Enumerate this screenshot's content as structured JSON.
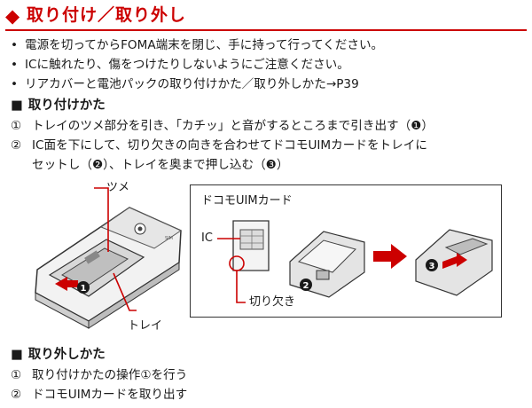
{
  "header": {
    "diamond": "◆",
    "title": "取り付け／取り外し",
    "accent_color": "#cc0000"
  },
  "notes": [
    {
      "bullet": "•",
      "text": "電源を切ってからFOMA端末を閉じ、手に持って行ってください。"
    },
    {
      "bullet": "•",
      "text": "ICに触れたり、傷をつけたりしないようにご注意ください。"
    },
    {
      "bullet": "•",
      "text": "リアカバーと電池パックの取り付けかた／取り外しかた→P39"
    }
  ],
  "install": {
    "marker": "■",
    "heading": "取り付けかた",
    "steps": [
      {
        "num": "①",
        "text": "トレイのツメ部分を引き、「カチッ」と音がするところまで引き出す（❶）"
      },
      {
        "num": "②",
        "text": "IC面を下にして、切り欠きの向きを合わせてドコモUIMカードをトレイに",
        "cont": "セットし（❷）、トレイを奥まで押し込む（❸）"
      }
    ]
  },
  "figure": {
    "label_tab": "ツメ",
    "label_tray": "トレイ",
    "label_card": "ドコモUIMカード",
    "label_ic": "IC",
    "label_notch": "切り欠き",
    "badge_1": "1",
    "badge_2": "2",
    "badge_3": "3",
    "phone_text": "SIM"
  },
  "remove": {
    "marker": "■",
    "heading": "取り外しかた",
    "steps": [
      {
        "num": "①",
        "text": "取り付けかたの操作①を行う"
      },
      {
        "num": "②",
        "text": "ドコモUIMカードを取り出す"
      }
    ]
  }
}
